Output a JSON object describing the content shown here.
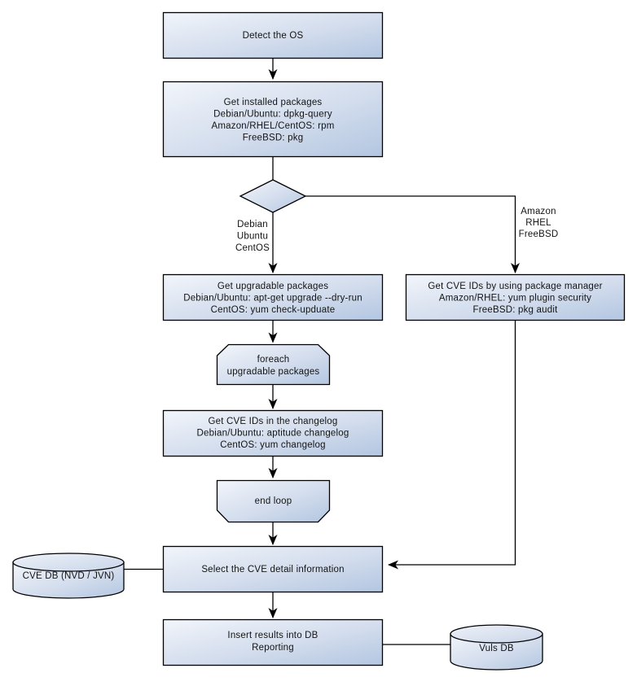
{
  "diagram": {
    "title": "OS package CVE detection flowchart",
    "colors": {
      "background": "#ffffff",
      "node_fill_light": "#f0f4fb",
      "node_fill_dark": "#b3c6e1",
      "cylinder_top_light": "#eef2f9",
      "cylinder_top_dark": "#c9d5e8",
      "border": "#000000",
      "text": "#141414"
    },
    "nodes": {
      "detect_os": {
        "lines": [
          "Detect the OS"
        ]
      },
      "get_installed": {
        "lines": [
          "Get installed packages",
          "Debian/Ubuntu: dpkg-query",
          "Amazon/RHEL/CentOS: rpm",
          "FreeBSD: pkg"
        ]
      },
      "branch_left_label": {
        "lines": [
          "Debian",
          "Ubuntu",
          "CentOS"
        ]
      },
      "branch_right_label": {
        "lines": [
          "Amazon",
          "RHEL",
          "FreeBSD"
        ]
      },
      "get_upgradable": {
        "lines": [
          "Get upgradable packages",
          "Debian/Ubuntu: apt-get upgrade --dry-run",
          "CentOS: yum check-upduate"
        ]
      },
      "get_cve_pkg_manager": {
        "lines": [
          "Get CVE IDs by using package manager",
          "Amazon/RHEL: yum plugin security",
          "FreeBSD: pkg audit"
        ]
      },
      "foreach_loop": {
        "lines": [
          "foreach",
          "upgradable packages"
        ]
      },
      "get_cve_changelog": {
        "lines": [
          "Get CVE IDs in the changelog",
          "Debian/Ubuntu: aptitude changelog",
          "CentOS: yum changelog"
        ]
      },
      "end_loop": {
        "lines": [
          "end loop"
        ]
      },
      "select_cve": {
        "lines": [
          "Select the CVE detail information"
        ]
      },
      "cve_db": {
        "lines": [
          "CVE DB (NVD / JVN)"
        ]
      },
      "insert_results": {
        "lines": [
          "Insert results into DB",
          "Reporting"
        ]
      },
      "vuls_db": {
        "lines": [
          "Vuls DB"
        ]
      }
    }
  }
}
